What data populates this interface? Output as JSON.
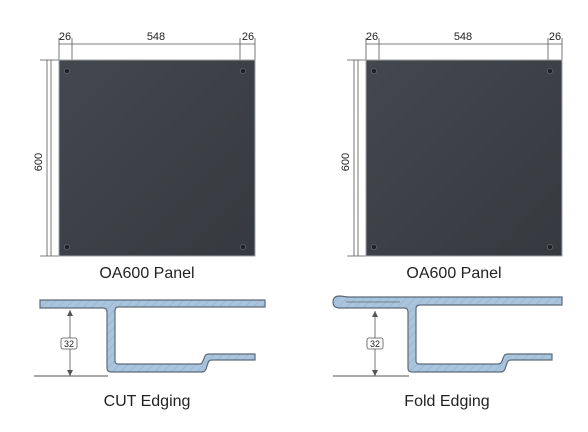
{
  "colors": {
    "panel_fill": "#3d4046",
    "panel_border": "#9aa0a6",
    "hole": "#1f2126",
    "edging_fill": "#a9c4dc",
    "edging_stroke": "#5d6b7a",
    "line": "#555555"
  },
  "panels": [
    {
      "dim_top_left": "26",
      "dim_top_mid": "548",
      "dim_top_right": "26",
      "dim_side": "600",
      "caption": "OA600 Panel"
    },
    {
      "dim_top_left": "26",
      "dim_top_mid": "548",
      "dim_top_right": "26",
      "dim_side": "600",
      "caption": "OA600 Panel"
    }
  ],
  "edgings": [
    {
      "height_label": "32",
      "caption": "CUT Edging"
    },
    {
      "height_label": "32",
      "caption": "Fold Edging"
    }
  ]
}
